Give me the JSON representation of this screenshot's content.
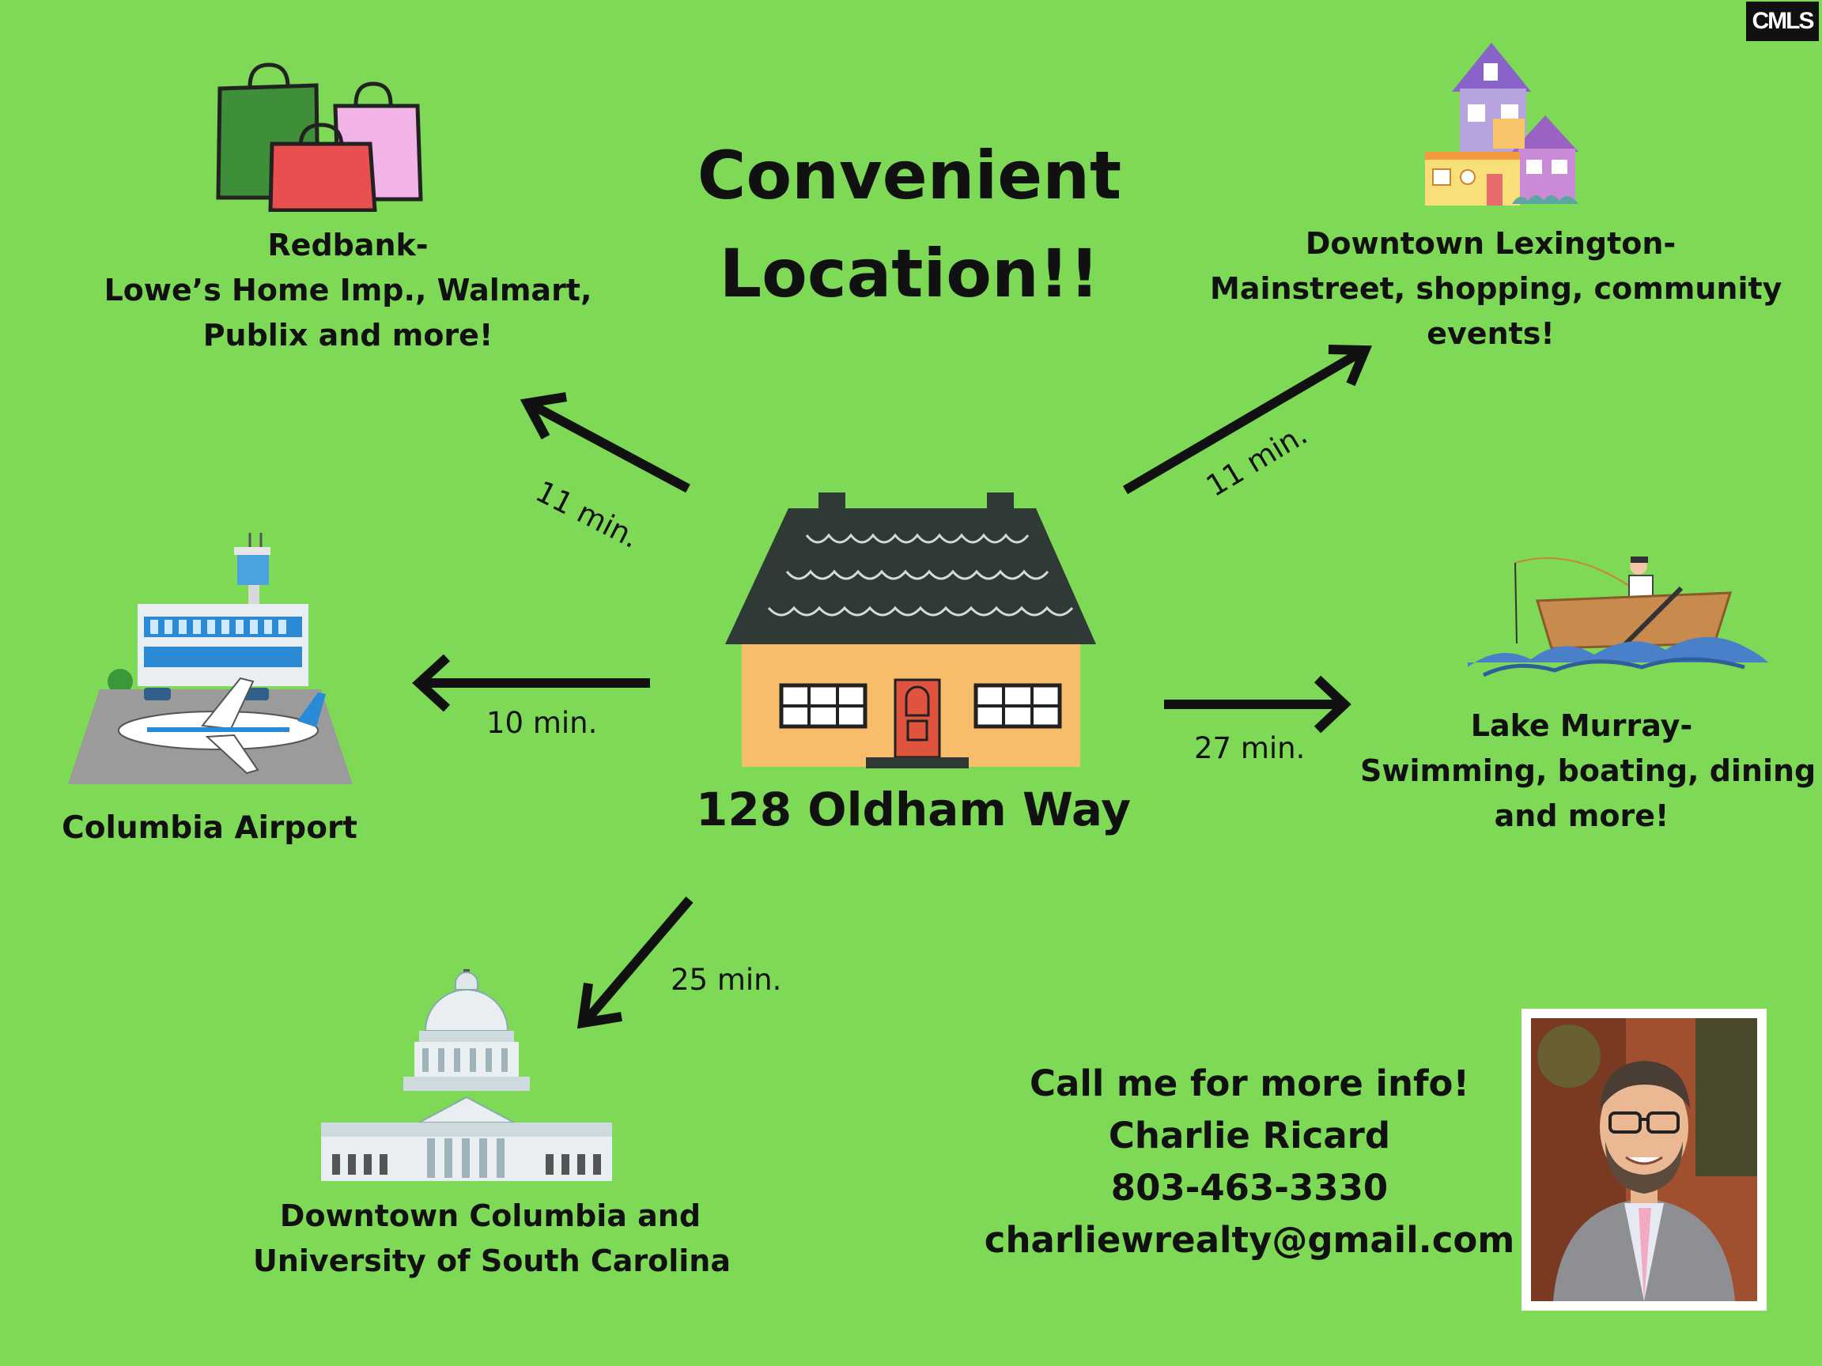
{
  "title": [
    "Convenient",
    "Location!!"
  ],
  "address": "128 Oldham Way",
  "logo_text": "CMLS",
  "destinations": {
    "redbank": {
      "lines": [
        "Redbank-",
        "Lowe’s Home Imp., Walmart,",
        "Publix and more!"
      ],
      "time": "11 min."
    },
    "lexington": {
      "lines": [
        "Downtown Lexington-",
        "Mainstreet, shopping, community",
        "events!"
      ],
      "time": "11 min."
    },
    "airport": {
      "lines": [
        "Columbia Airport"
      ],
      "time": "10 min."
    },
    "lake": {
      "lines": [
        "Lake Murray-",
        "Swimming, boating, dining",
        "and more!"
      ],
      "time": "27 min."
    },
    "columbia": {
      "lines": [
        "Downtown Columbia and",
        "University of South Carolina"
      ],
      "time": "25 min."
    }
  },
  "contact": {
    "lines": [
      "Call me for more info!",
      "Charlie Ricard",
      "803-463-3330",
      "charliewrealty@gmail.com"
    ]
  },
  "colors": {
    "background": "#7ed957",
    "text": "#111111",
    "roof": "#2f3a36",
    "house_wall": "#f7bd6b",
    "door": "#e0533d"
  }
}
